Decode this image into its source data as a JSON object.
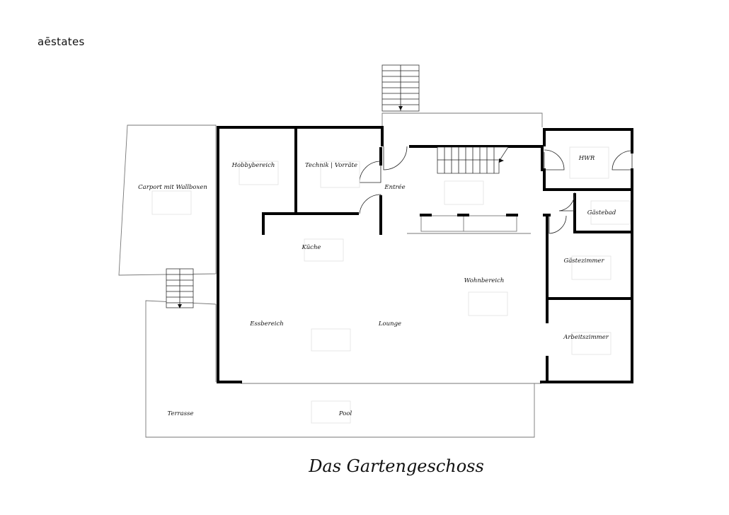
{
  "brand": {
    "logo": "aēstates"
  },
  "floor": {
    "title": "Das Gartengeschoss"
  },
  "rooms": [
    {
      "id": "carport",
      "label": "Carport mit Wallboxen"
    },
    {
      "id": "hobby",
      "label": "Hobbybereich"
    },
    {
      "id": "technik",
      "label": "Technik | Vorräte"
    },
    {
      "id": "entree",
      "label": "Entrée"
    },
    {
      "id": "hwr",
      "label": "HWR"
    },
    {
      "id": "gaestebad",
      "label": "Gästebad"
    },
    {
      "id": "kueche",
      "label": "Küche"
    },
    {
      "id": "gaestezimmer",
      "label": "Gästezimmer"
    },
    {
      "id": "wohnbereich",
      "label": "Wohnbereich"
    },
    {
      "id": "essbereich",
      "label": "Essbereich"
    },
    {
      "id": "lounge",
      "label": "Lounge"
    },
    {
      "id": "arbeitszimmer",
      "label": "Arbeitszimmer"
    },
    {
      "id": "terrasse",
      "label": "Terrasse"
    },
    {
      "id": "pool",
      "label": "Pool"
    }
  ]
}
